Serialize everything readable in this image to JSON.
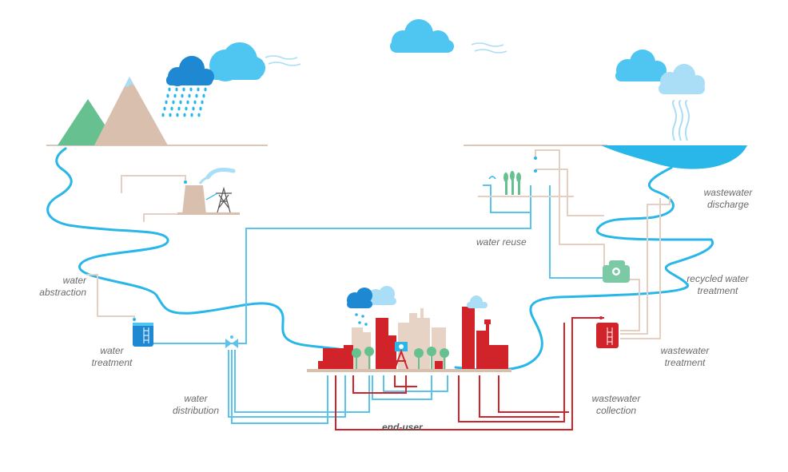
{
  "colors": {
    "water": "#29b6e8",
    "pipe_blue": "#5bc4ee",
    "pipe_beige": "#e5cfc0",
    "wastewater": "#d1232a",
    "cloud": "#4fc5f1",
    "cloud_light": "#a9def6",
    "rain_cloud": "#1e88d2",
    "mountain_green": "#67c08f",
    "mountain_tan": "#d9bfae",
    "building_beige": "#e6d3c6",
    "treatment_green": "#7cc9a6"
  },
  "labels": {
    "water_abstraction": [
      "water",
      "abstraction"
    ],
    "water_treatment": [
      "water",
      "treatment"
    ],
    "water_distribution": [
      "water",
      "distribution"
    ],
    "end_user": "end-user",
    "wastewater_collection": [
      "wastewater",
      "collection"
    ],
    "wastewater_treatment": [
      "wastewater",
      "treatment"
    ],
    "recycled_water_treatment": [
      "recycled water",
      "treatment"
    ],
    "wastewater_discharge": [
      "wastewater",
      "discharge"
    ],
    "water_reuse": "water reuse"
  },
  "icons": [
    "mountain-icon",
    "rain-cloud-icon",
    "cloud-icon",
    "power-plant-icon",
    "pylon-icon",
    "water-tank-icon",
    "valve-icon",
    "city-skyline-icon",
    "crops-icon",
    "recycling-plant-icon",
    "wastewater-tank-icon",
    "lake-icon",
    "river-icon",
    "evaporation-icon"
  ]
}
